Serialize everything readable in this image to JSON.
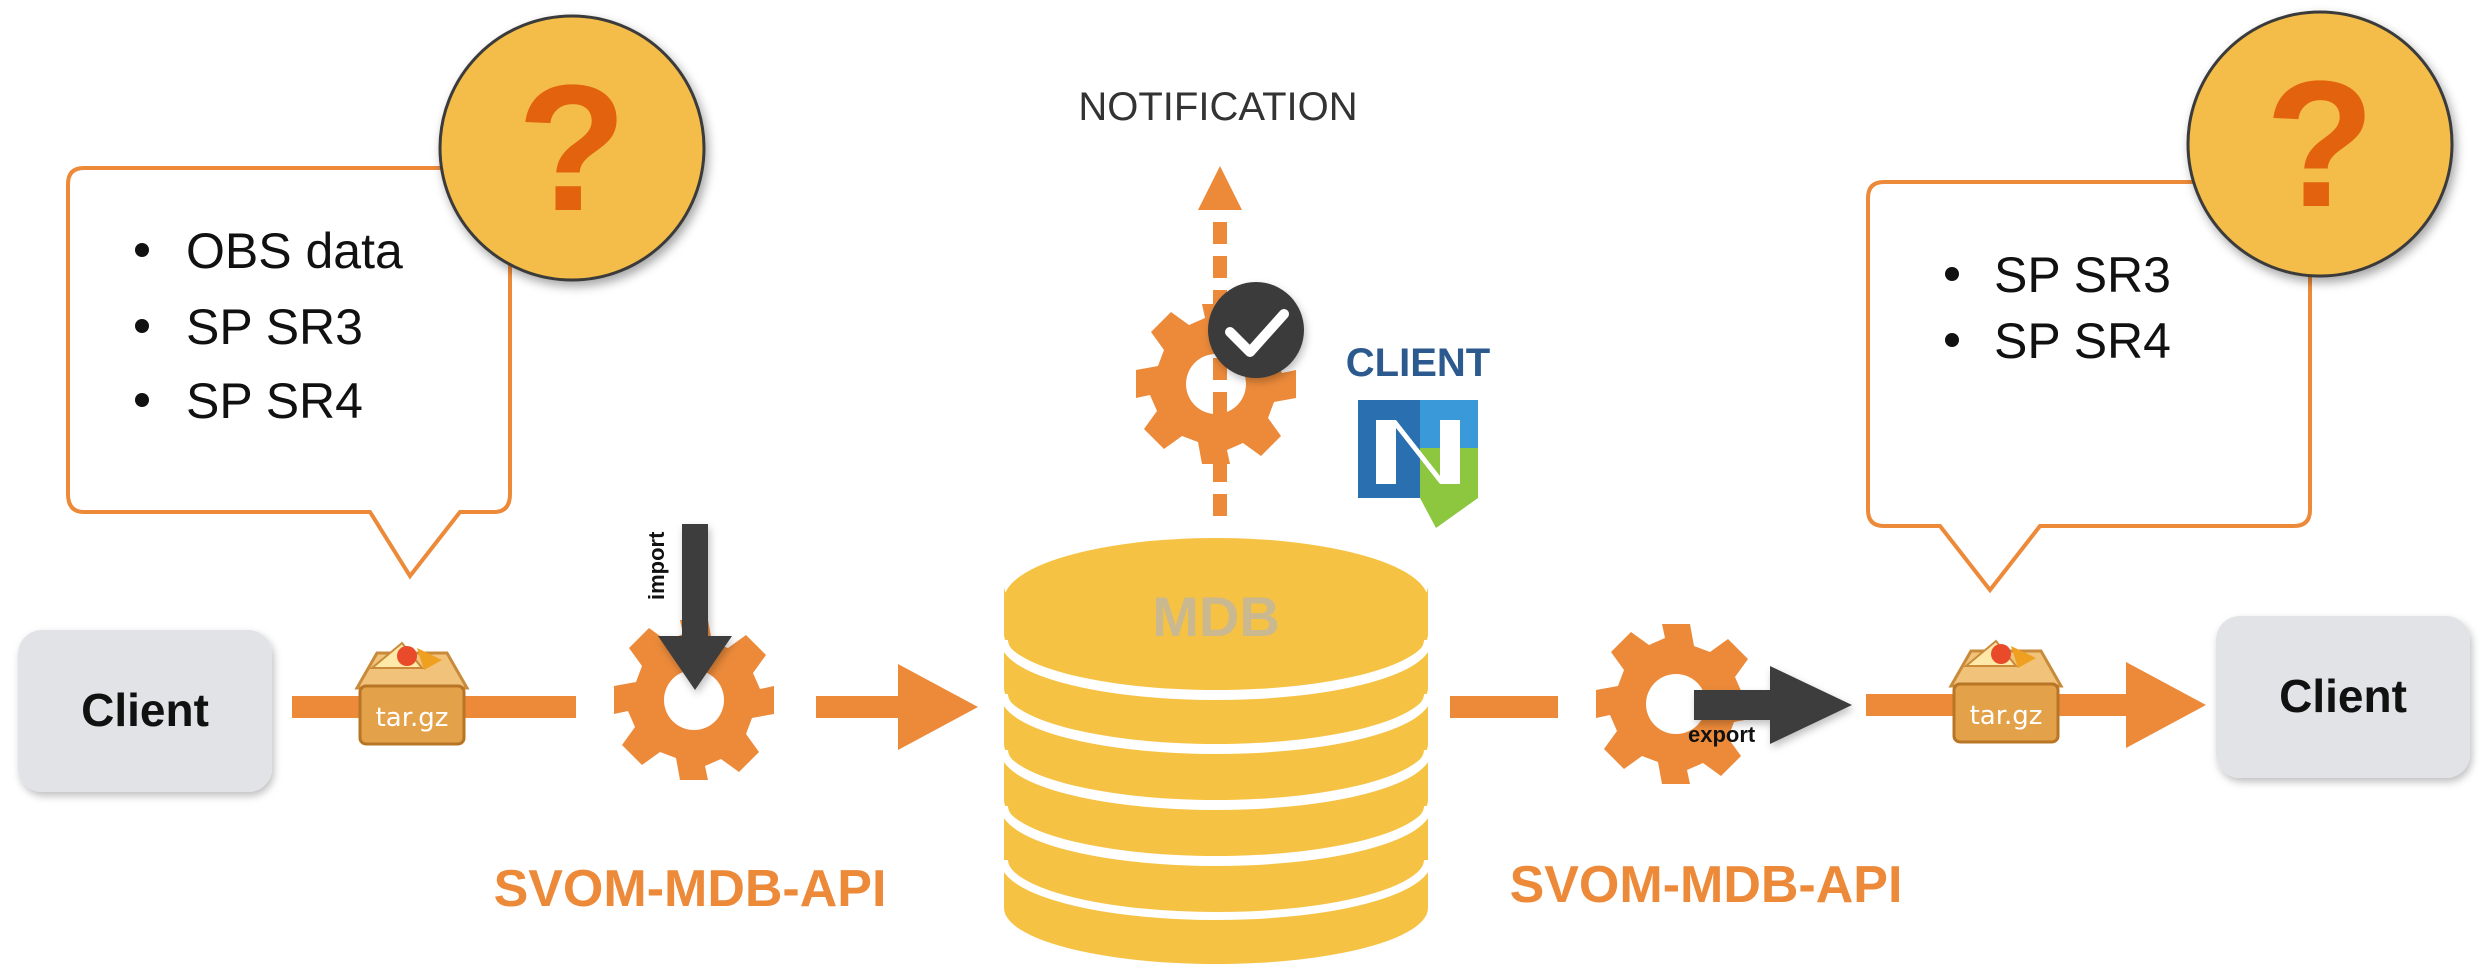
{
  "left_callout": {
    "bullets": [
      "OBS data",
      "SP SR3",
      "SP SR4"
    ],
    "badge": "?"
  },
  "right_callout": {
    "bullets": [
      "SP SR3",
      "SP SR4"
    ],
    "badge": "?"
  },
  "left_client": {
    "label": "Client"
  },
  "right_client": {
    "label": "Client"
  },
  "left_archive": {
    "label": "tar.gz"
  },
  "right_archive": {
    "label": "tar.gz"
  },
  "import_label": "import",
  "export_label": "export",
  "left_api": {
    "label": "SVOM-MDB-API"
  },
  "right_api": {
    "label": "SVOM-MDB-API"
  },
  "database": {
    "label": "MDB"
  },
  "notification": {
    "label": "NOTIFICATION"
  },
  "client_brand": {
    "label": "CLIENT"
  },
  "colors": {
    "accent_orange": "#ec8a3a",
    "badge_yellow": "#f4bd48",
    "db_yellow": "#f6c244",
    "client_box": "#e2e3e6",
    "dark_arrow": "#3c3c3c",
    "brand_blue": "#2d5a8e",
    "brand_green": "#8dc63f"
  },
  "icons": [
    "gear-icon",
    "checkmark-icon",
    "archive-box-icon",
    "question-mark-icon",
    "database-icon"
  ]
}
